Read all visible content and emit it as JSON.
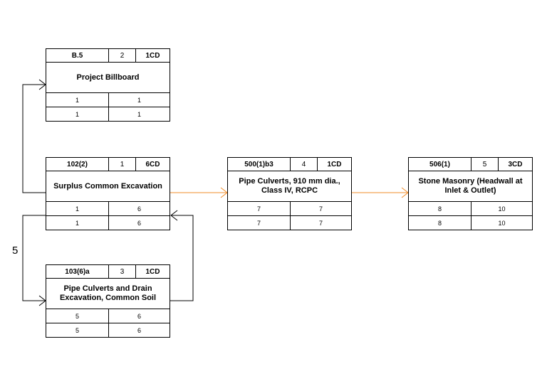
{
  "diagram": {
    "nodes": [
      {
        "code": "B.5",
        "seq": "2",
        "duration": "1CD",
        "title": "Project Billboard",
        "rows": [
          [
            "1",
            "1"
          ],
          [
            "1",
            "1"
          ]
        ]
      },
      {
        "code": "102(2)",
        "seq": "1",
        "duration": "6CD",
        "title": "Surplus Common Excavation",
        "rows": [
          [
            "1",
            "6"
          ],
          [
            "1",
            "6"
          ]
        ]
      },
      {
        "code": "103(6)a",
        "seq": "3",
        "duration": "1CD",
        "title": "Pipe Culverts and Drain Excavation, Common Soil",
        "rows": [
          [
            "5",
            "6"
          ],
          [
            "5",
            "6"
          ]
        ]
      },
      {
        "code": "500(1)b3",
        "seq": "4",
        "duration": "1CD",
        "title": "Pipe Culverts, 910 mm dia., Class IV, RCPC",
        "rows": [
          [
            "7",
            "7"
          ],
          [
            "7",
            "7"
          ]
        ]
      },
      {
        "code": "506(1)",
        "seq": "5",
        "duration": "3CD",
        "title": "Stone Masonry (Headwall at Inlet & Outlet)",
        "rows": [
          [
            "8",
            "10"
          ],
          [
            "8",
            "10"
          ]
        ]
      }
    ],
    "links": [
      {
        "from": "102(2)",
        "to": "B.5",
        "color": "#000000"
      },
      {
        "from": "103(6)a",
        "to": "102(2)",
        "color": "#000000"
      },
      {
        "from": "102(2)",
        "to": "103(6)a",
        "color": "#000000",
        "label": "5"
      },
      {
        "from": "102(2)",
        "to": "500(1)b3",
        "color": "#F28C28"
      },
      {
        "from": "500(1)b3",
        "to": "506(1)",
        "color": "#F28C28"
      }
    ]
  }
}
